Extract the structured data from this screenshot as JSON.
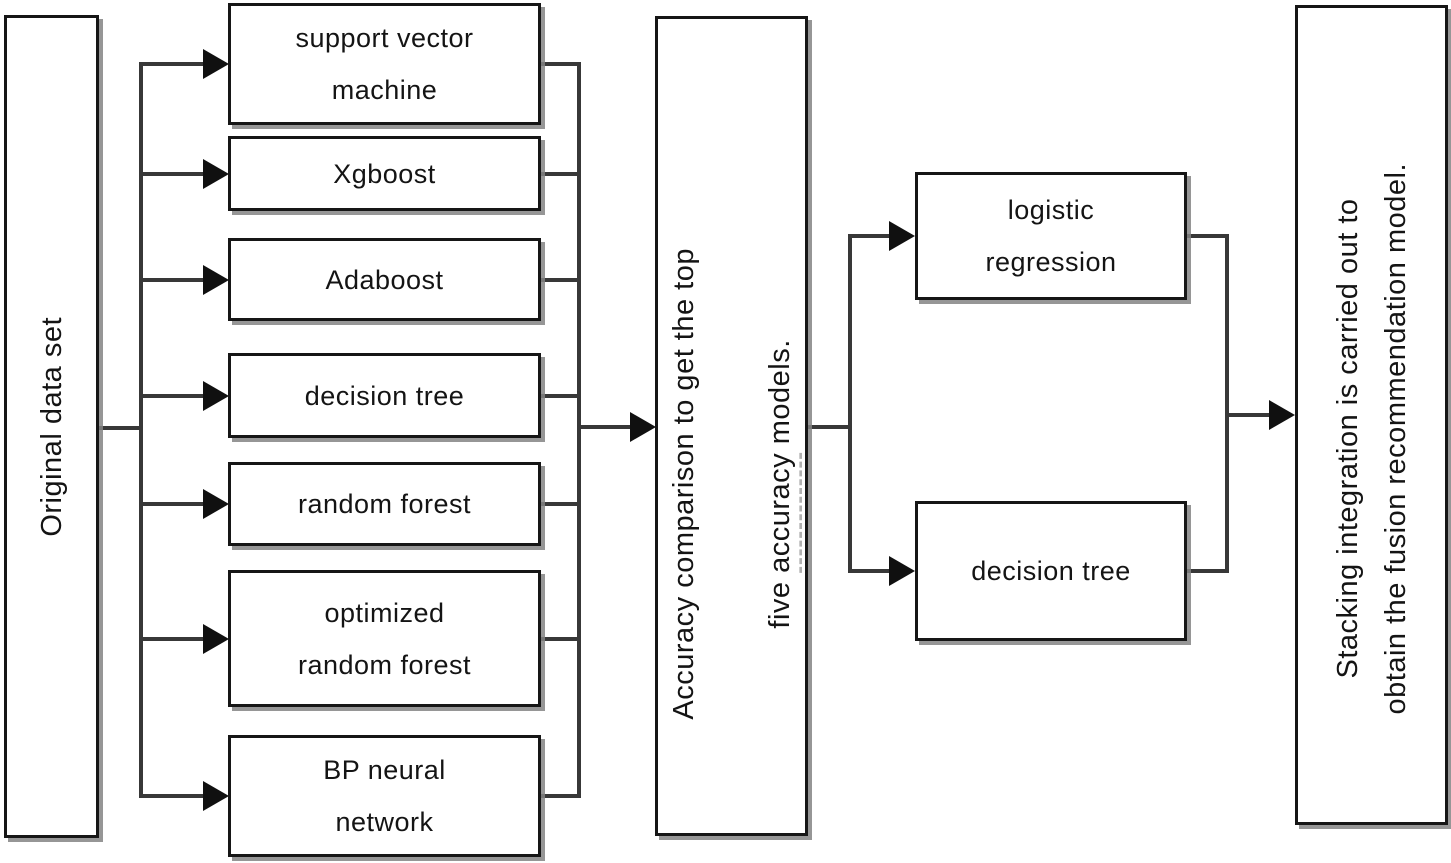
{
  "flowchart": {
    "input": {
      "label": "Original data set"
    },
    "base_models": [
      "support vector\nmachine",
      "Xgboost",
      "Adaboost",
      "decision tree",
      "random forest",
      "optimized\nrandom forest",
      "BP neural\nnetwork"
    ],
    "selection": {
      "line1": "Accuracy comparison to get the top",
      "line2_pre": "five ",
      "line2_underlined": "accuracy",
      "line2_post": " models."
    },
    "meta_models": [
      "logistic\nregression",
      "decision tree"
    ],
    "output": {
      "label": "Stacking integration is carried out to\nobtain the fusion recommendation model."
    }
  },
  "colors": {
    "background": "#ffffff",
    "box_border": "#161616",
    "box_shadow": "#848484",
    "connector_line": "#383838",
    "arrowhead": "#101010",
    "text": "#141414"
  }
}
